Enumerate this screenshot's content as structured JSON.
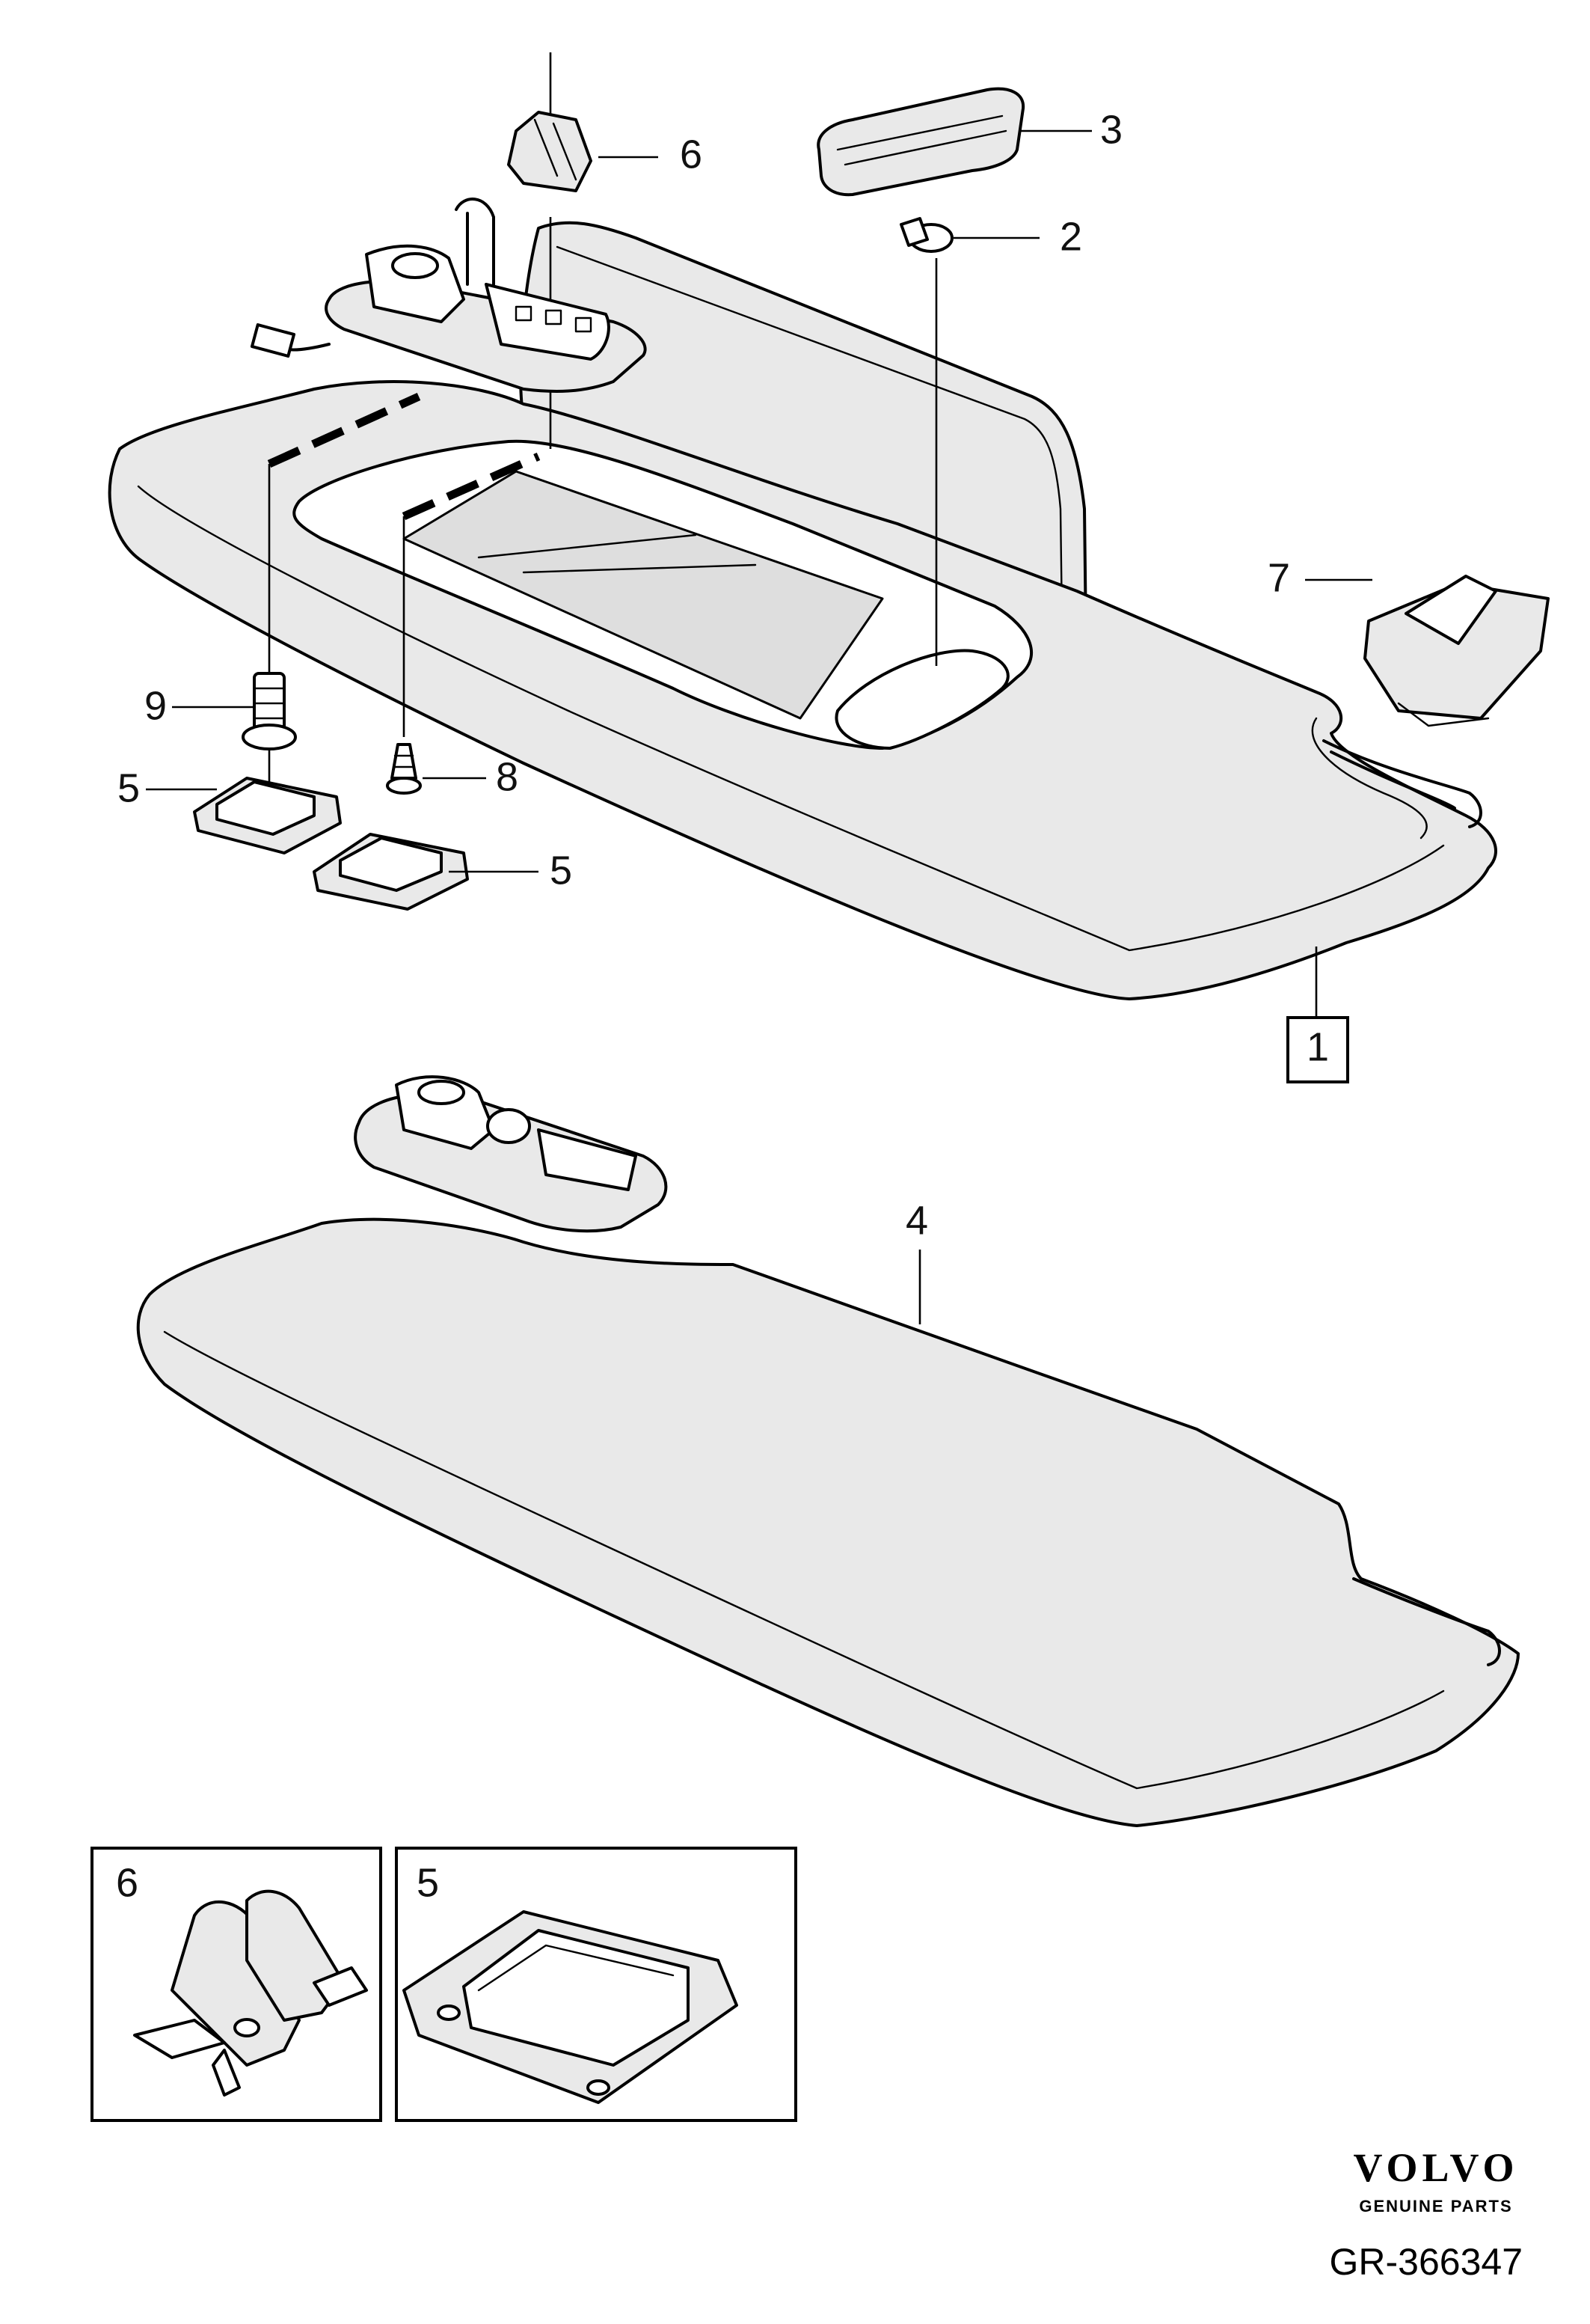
{
  "callouts": {
    "c1": "1",
    "c2": "2",
    "c3": "3",
    "c4": "4",
    "c5a": "5",
    "c5b": "5",
    "c6": "6",
    "c7": "7",
    "c8": "8",
    "c9": "9"
  },
  "detail_boxes": {
    "left_label": "6",
    "right_label": "5"
  },
  "brand": {
    "name": "VOLVO",
    "tagline": "GENUINE PARTS"
  },
  "reference": "GR-366347"
}
